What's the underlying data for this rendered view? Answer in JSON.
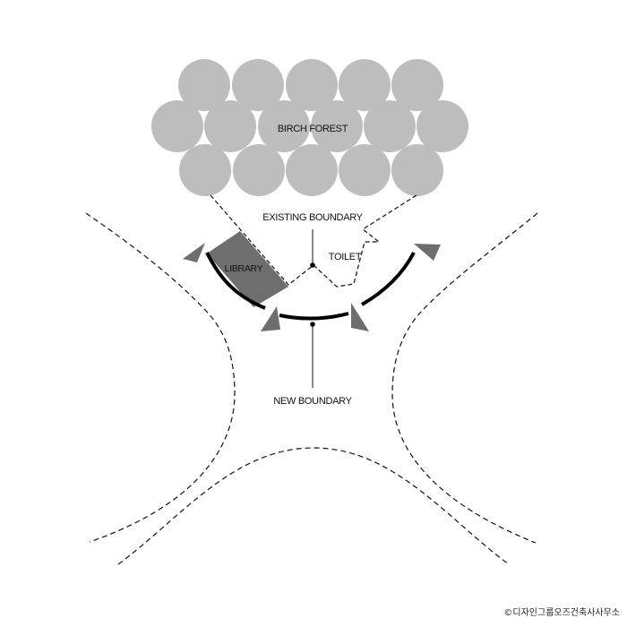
{
  "labels": {
    "birch_forest": "BIRCH FOREST",
    "existing_boundary": "EXISTING BOUNDARY",
    "toilet": "TOILET",
    "library": "LIBRARY",
    "new_boundary": "NEW BOUNDARY"
  },
  "credit": "©디자인그룹오즈건축사사무소",
  "colors": {
    "background": "#ffffff",
    "tree": "#bdbdbd",
    "library": "#6e6e6e",
    "arrow": "#6e6e6e",
    "line": "#000000"
  }
}
